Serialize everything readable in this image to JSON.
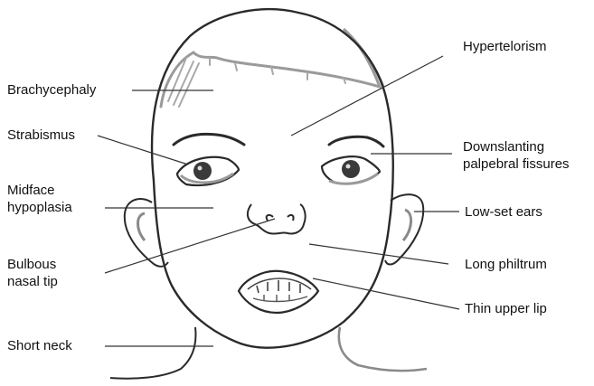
{
  "labels": {
    "brachycephaly": "Brachycephaly",
    "strabismus": "Strabismus",
    "midface_hypoplasia": "Midface\nhypoplasia",
    "bulbous_nasal_tip": "Bulbous\nnasal tip",
    "short_neck": "Short neck",
    "hypertelorism": "Hypertelorism",
    "downslanting_palpebral_fissures": "Downslanting\npalpebral fissures",
    "low_set_ears": "Low-set ears",
    "long_philtrum": "Long philtrum",
    "thin_upper_lip": "Thin upper lip"
  },
  "colors": {
    "text": "#111111",
    "line": "#333333",
    "sketch": "#2a2a2a",
    "shade": "#9a9a9a"
  }
}
